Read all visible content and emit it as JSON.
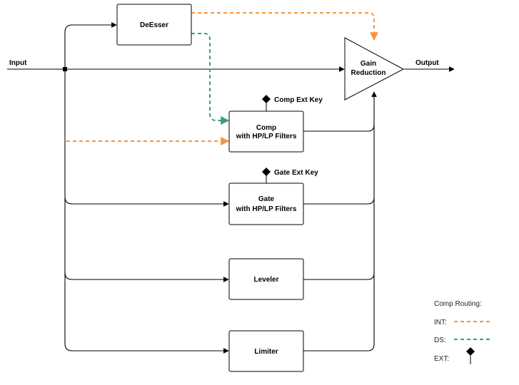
{
  "labels": {
    "input": "Input",
    "output": "Output",
    "deesser": "DeEsser",
    "gain_line1": "Gain",
    "gain_line2": "Reduction",
    "comp_line1": "Comp",
    "comp_line2": "with HP/LP Filters",
    "comp_key": "Comp Ext Key",
    "gate_line1": "Gate",
    "gate_line2": "with HP/LP Filters",
    "gate_key": "Gate Ext Key",
    "leveler": "Leveler",
    "limiter": "Limiter"
  },
  "legend": {
    "title": "Comp Routing:",
    "int": "INT:",
    "ds": "DS:",
    "ext": "EXT:"
  },
  "colors": {
    "int": "#f7943e",
    "ds": "#3a9b86",
    "line": "#000000"
  }
}
